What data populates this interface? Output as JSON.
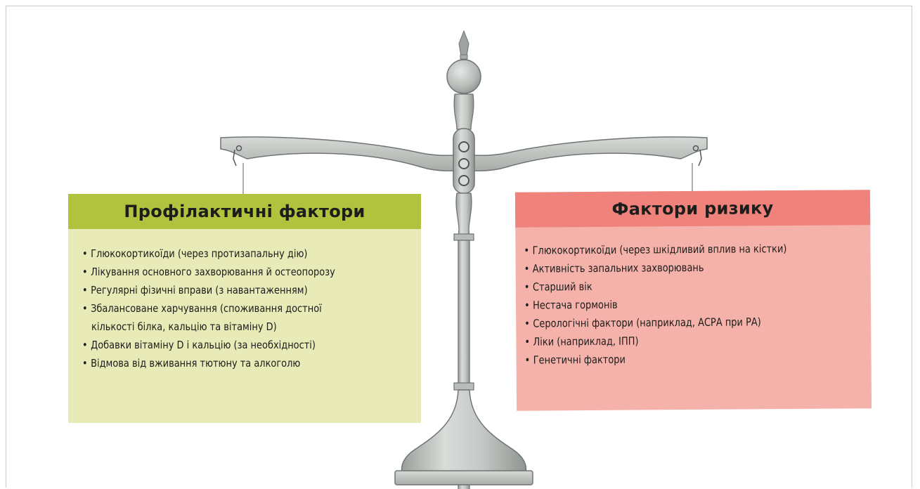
{
  "left_panel": {
    "title": "Профілактичні фактори",
    "items": [
      {
        "lines": [
          "Глюкокортикоїди (через протизапальну дію)"
        ]
      },
      {
        "lines": [
          "Лікування основного захворювання й остеопорозу"
        ]
      },
      {
        "lines": [
          "Регулярні фізичні вправи (з навантаженням)"
        ]
      },
      {
        "lines": [
          "Збалансоване харчування (споживання достної",
          "кількості білка, кальцію та вітаміну D)"
        ]
      },
      {
        "lines": [
          "Добавки вітаміну D і кальцію (за необхідності)"
        ]
      },
      {
        "lines": [
          "Відмова від вживання тютюну та алкоголю"
        ]
      }
    ]
  },
  "right_panel": {
    "title": "Фактори ризику",
    "items": [
      {
        "lines": [
          "Глюкокортикоїди (через шкідливий вплив на кістки)"
        ]
      },
      {
        "lines": [
          "Активність запальних захворювань"
        ]
      },
      {
        "lines": [
          "Старший вік"
        ]
      },
      {
        "lines": [
          "Нестача гормонів"
        ]
      },
      {
        "lines": [
          "Серологічні фактори (наприклад, АСРА при РА)"
        ]
      },
      {
        "lines": [
          "Ліки (наприклад, ІПП)"
        ]
      },
      {
        "lines": [
          "Генетичні фактори"
        ]
      }
    ]
  },
  "bullet": "•",
  "colors": {
    "left_header": "#b0c23e",
    "left_body": "#e8eab8",
    "right_header": "#ef837c",
    "right_body": "#f5b2aa",
    "scale_metal": "#c8ccc9"
  }
}
